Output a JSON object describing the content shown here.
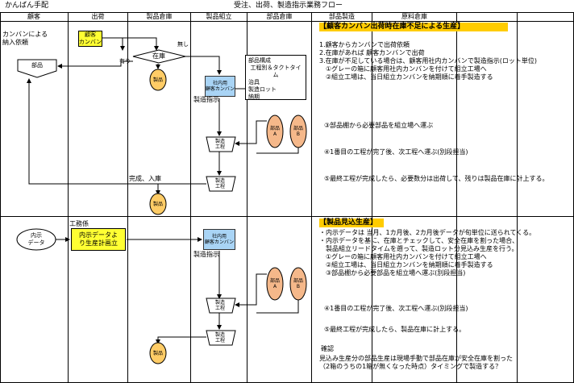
{
  "doc": {
    "corner_label": "かんばん手配",
    "title": "受注、出荷、製造指示業務フロー"
  },
  "lanes": [
    "顧客",
    "出荷",
    "製品倉庫",
    "製品組立",
    "部品倉庫",
    "部品製造",
    "原料倉庫"
  ],
  "flow1": {
    "customer_request": "カンバンによる\n納入依頼",
    "customer_parts": "部品",
    "customer_kanban": "顧客\nカンバン",
    "stock_label": "在庫",
    "none_label": "無し",
    "yes_label": "有り",
    "product": "製品",
    "in_house_kanban": "社内用\n顧客カンバン",
    "mfg_instruction": "製造指示",
    "note_lines": [
      "部品構成",
      "工程別＆タクトタイム",
      "治具",
      "製造ロット",
      "納期"
    ],
    "part_a": "部品\nA",
    "part_b": "部品\nB",
    "process": "製造\n工程",
    "completion": "完成、入庫"
  },
  "flow2": {
    "section_title": "工務係",
    "forecast_data": "内示\nデータ",
    "plan_box": "内示データよ\nり生産計画立",
    "in_house_kanban": "社内用\n顧客カンバン",
    "mfg_instruction": "製造指示",
    "part_a": "部品\nA",
    "part_b": "部品\nB",
    "process": "製造\n工程",
    "product": "製品"
  },
  "explain1": {
    "heading": "【顧客カンバン出荷時在庫不足による生産】",
    "lines": [
      "1.顧客からカンバンで出荷依頼",
      "2.在庫があれば 顧客カンバンで出荷",
      "3.在庫が不足している場合は、顧客用社内カンバンで製造指示(ロット単位)",
      "　①グレーの箱に顧客用社内カンバンを付けて組立工場へ",
      "　②組立工場は、当日組立カンバンを納期順に着手製造する"
    ],
    "step_parts": "③部品棚から必要部品を組立場へ運ぶ",
    "step_first": "④1番目の工程が完了後、次工程へ運ぶ(別段担当)",
    "step_last": "⑤最終工程が完成したら、必要数分は出荷して、残りは製品在庫に計上する。"
  },
  "explain2": {
    "heading": "【製品見込生産】",
    "lines": [
      "・内示データは 当月、1カ月後、2カ月後データが旬単位に送られてくる。",
      "・内示データを基に、在庫とチェックして、安全在庫を割った場合、",
      "　製品組立リードタイムを遡って、製造ロット分見込み生産を行う。",
      "　①グレーの箱に顧客用社内カンバンを付けて組立工場へ",
      "　②組立工場は、当日組立カンバンを納期順に着手製造する",
      "　③部品棚から必要部品を組立場へ運ぶ(別段担当)"
    ],
    "step_first": "④1番目の工程が完了後、次工程へ運ぶ(別段担当)",
    "step_last": "⑤最終工程が完成したら、製品在庫に計上する。",
    "confirm_title": "確認",
    "confirm_lines": [
      "見込み生産分の部品生産は現場手動で部品在庫が安全在庫を割った",
      "（2箱のうちの1箱が無くなった時点）タイミングで製造する？"
    ]
  },
  "colors": {
    "yellow": "#ffff33",
    "blue": "#a9d4f5",
    "ellipse": "#ffcc66",
    "part": "#f5b88a",
    "heading": "#ffcc00"
  }
}
